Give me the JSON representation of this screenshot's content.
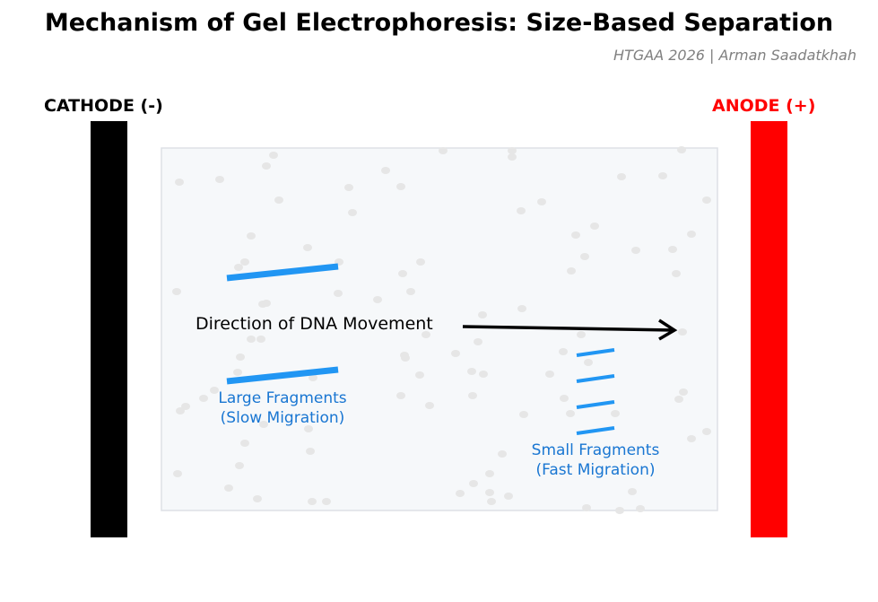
{
  "title": "Mechanism of Gel Electrophoresis: Size-Based Separation",
  "subtitle": "HTGAA 2026 | Arman Saadatkhah",
  "cathode": {
    "label": "CATHODE (-)",
    "color": "#000000"
  },
  "anode": {
    "label": "ANODE (+)",
    "color": "#ff0000"
  },
  "gel": {
    "fill": "#f6f8fa",
    "border": "#dde1e6",
    "particle_color": "#e6e6e6"
  },
  "band_color": "#2196f3",
  "direction_label": "Direction of DNA Movement",
  "large_fragments": {
    "line1": "Large Fragments",
    "line2": "(Slow Migration)",
    "color": "#1976d2"
  },
  "small_fragments": {
    "line1": "Small Fragments",
    "line2": "(Fast Migration)",
    "color": "#1976d2"
  }
}
